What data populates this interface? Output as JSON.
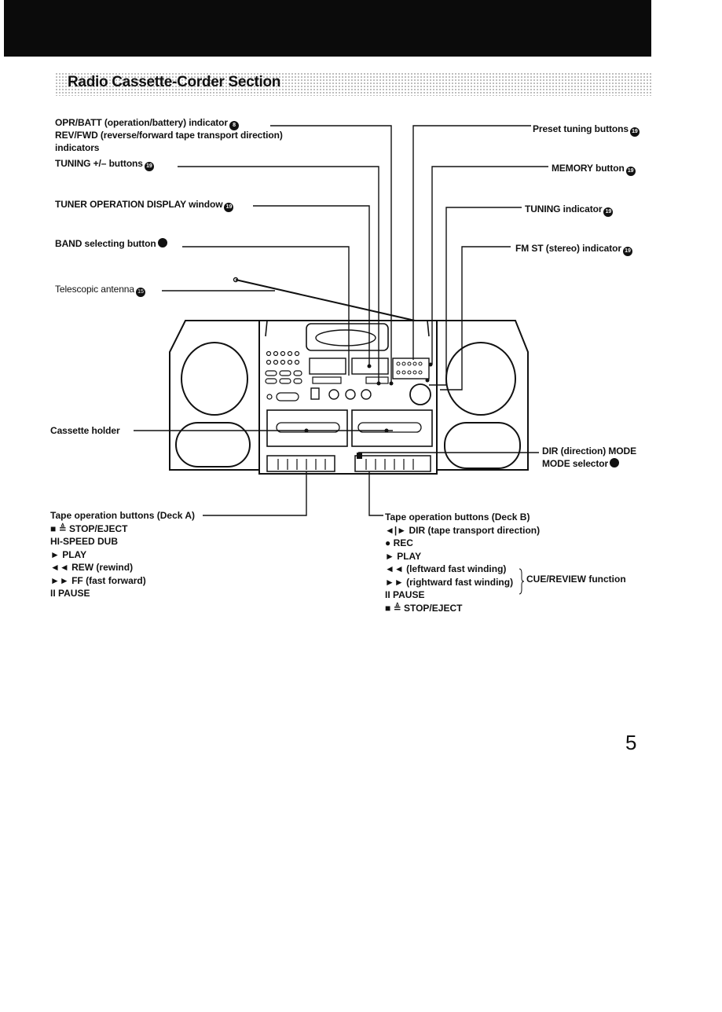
{
  "page": {
    "section_title": "Radio Cassette-Corder Section",
    "page_number": "5"
  },
  "callouts_left": [
    {
      "text": "OPR/BATT (operation/battery) indicator",
      "ref": "8"
    },
    {
      "text": "REV/FWD (reverse/forward tape transport direction)"
    },
    {
      "text": "indicators"
    },
    {
      "text": "TUNING +/– buttons",
      "ref": "19"
    },
    {
      "text": "TUNER OPERATION DISPLAY window",
      "ref": "19"
    },
    {
      "text": "BAND selecting button",
      "ref": ""
    },
    {
      "text": "Telescopic antenna",
      "ref": "15"
    },
    {
      "text": "Cassette holder"
    }
  ],
  "callouts_right": [
    {
      "text": "Preset tuning buttons",
      "ref": "19"
    },
    {
      "text": "MEMORY button",
      "ref": "19"
    },
    {
      "text": "TUNING indicator",
      "ref": "19"
    },
    {
      "text": "FM ST (stereo) indicator",
      "ref": "19"
    },
    {
      "text": "DIR (direction) MODE"
    },
    {
      "text": "MODE selector",
      "ref": ""
    }
  ],
  "deck_a": {
    "heading": "Tape operation buttons (Deck A)",
    "items": [
      "■ ≜ STOP/EJECT",
      "HI-SPEED DUB",
      "► PLAY",
      "◄◄ REW (rewind)",
      "►► FF (fast forward)",
      "II PAUSE"
    ]
  },
  "deck_b": {
    "heading": "Tape operation buttons (Deck B)",
    "items": [
      "◄|► DIR (tape transport direction)",
      "● REC",
      "► PLAY",
      "◄◄ (leftward fast winding)",
      "►► (rightward fast winding)",
      "II PAUSE",
      "■ ≜ STOP/EJECT"
    ],
    "brace_note": "CUE/REVIEW function"
  }
}
